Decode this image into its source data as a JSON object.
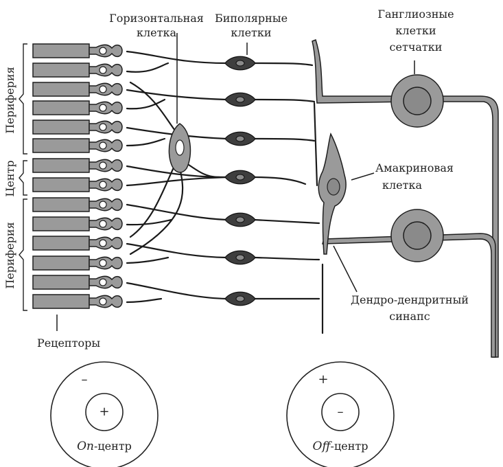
{
  "labels": {
    "horizontal_cell": [
      "Горизонтальная",
      "клетка"
    ],
    "bipolar_cells": [
      "Биполярные",
      "клетки"
    ],
    "ganglion_cells": [
      "Ганглиозные",
      "клетки",
      "сетчатки"
    ],
    "amacrine_cell": [
      "Амакриновая",
      "клетка"
    ],
    "dendro_synapse": [
      "Дендро-дендритный",
      "синапс"
    ],
    "receptors": "Рецепторы",
    "periphery": "Периферия",
    "center": "Центр"
  },
  "fields": [
    {
      "id": "on",
      "prefix": "On",
      "suffix": "-центр",
      "surround_sign": "–",
      "center_sign": "+"
    },
    {
      "id": "off",
      "prefix": "Off",
      "suffix": "-центр",
      "surround_sign": "+",
      "center_sign": "–"
    }
  ],
  "colors": {
    "cell_fill": "#9a9a9a",
    "dark_cell": "#3e3e3e",
    "ink": "#1a1a1a"
  }
}
